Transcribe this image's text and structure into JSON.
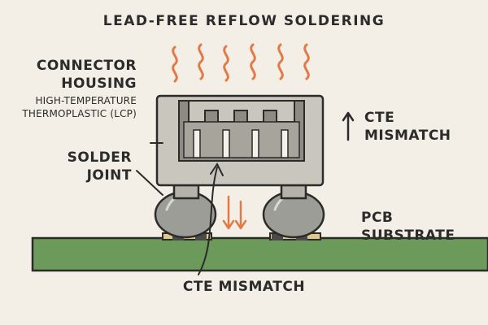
{
  "title": "LEAD-FREE REFLOW SOLDERING",
  "labels": {
    "housing_line1": "CONNECTOR",
    "housing_line2": "HOUSING",
    "housing_sub_line1": "HIGH-TEMPERATURE",
    "housing_sub_line2": "THERMOPLASTIC (LCP)",
    "solder_line1": "SOLDER",
    "solder_line2": "JOINT",
    "cte_right_line1": "CTE",
    "cte_right_line2": "MISMATCH",
    "pcb_line1": "PCB",
    "pcb_line2": "SUBSTRATE",
    "cte_bottom": "CTE MISMATCH"
  },
  "colors": {
    "background": "#f4efe6",
    "heat_waves": "#e07a46",
    "housing": "#c9c7bd",
    "housing_inner": "#8d8b82",
    "solder": "#9d9d97",
    "pcb": "#6b9a5b",
    "pad": "#e0c98c",
    "outline": "#2b2b2b"
  },
  "icons": {
    "heat": "wavy-heat-lines",
    "arrow_up": "up-arrow-icon",
    "arrow_down": "down-arrow-icon"
  }
}
